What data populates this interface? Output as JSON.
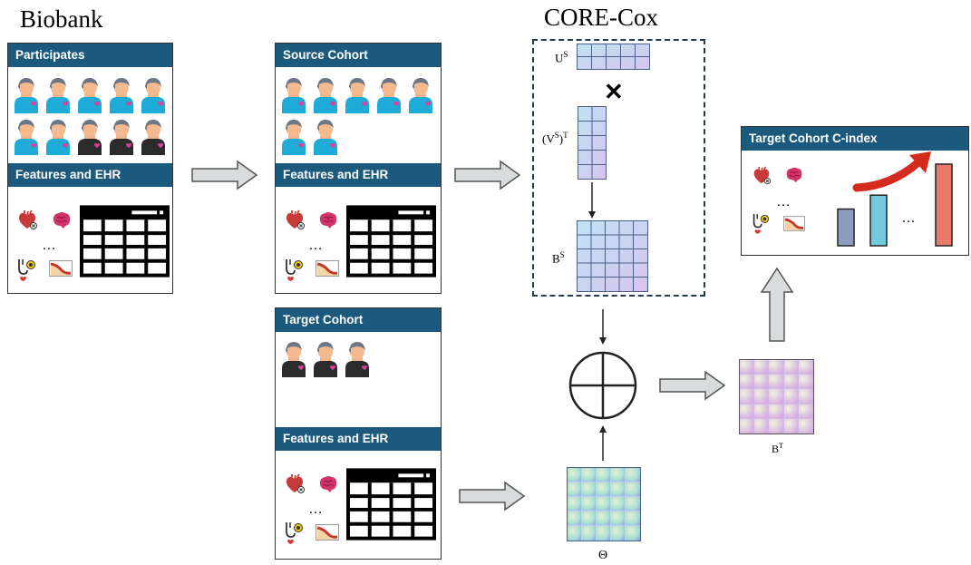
{
  "biobank_title": "Biobank",
  "core_title": "CORE-Cox",
  "panels": {
    "participates": {
      "header": "Participates",
      "features_header": "Features and EHR"
    },
    "source": {
      "header": "Source Cohort",
      "features_header": "Features and EHR"
    },
    "target": {
      "header": "Target Cohort",
      "features_header": "Features and EHR"
    },
    "cindex": {
      "header": "Target Cohort C-index"
    }
  },
  "matrix_labels": {
    "us": "U",
    "us_sup": "S",
    "vs": "(V",
    "vs_sup": "S",
    "vs_close": ")",
    "vs_sup2": "T",
    "bs": "B",
    "bs_sup": "S",
    "bt": "B",
    "bt_sup": "T",
    "theta": "Θ"
  },
  "ellipsis": "…",
  "times_symbol": "✕",
  "cindex_bars": [
    {
      "level": 0.45,
      "color": "#8f9cc0"
    },
    {
      "level": 0.62,
      "color": "#72c8dc"
    },
    {
      "level": 1.0,
      "color": "#e97a69"
    }
  ],
  "colors": {
    "header_bar": "#1c5a7d",
    "arrow_fill": "#d9dcdd",
    "trend_arrow": "#d42b1e"
  },
  "icons": [
    "person-blue-icon",
    "person-dark-icon",
    "heart-icon",
    "brain-icon",
    "stethoscope-icon",
    "chart-card-icon",
    "table-icon"
  ]
}
